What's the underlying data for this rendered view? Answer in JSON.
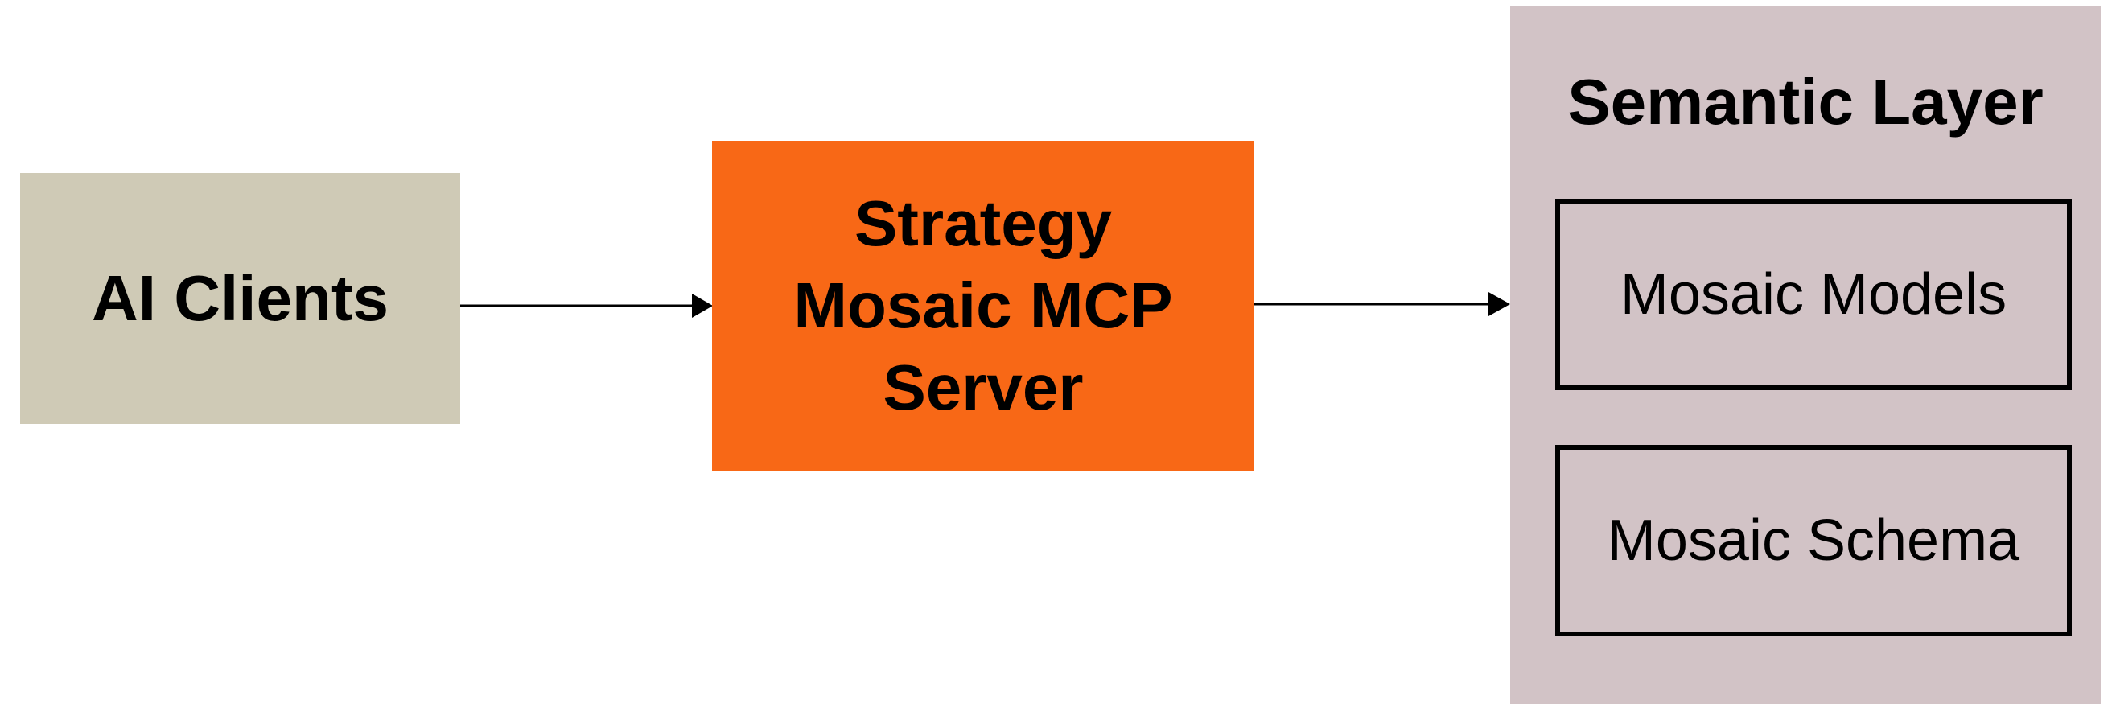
{
  "nodes": {
    "ai_clients": {
      "label": "AI Clients",
      "color": "#cfcab6"
    },
    "mcp_server": {
      "lines": [
        "Strategy",
        "Mosaic MCP",
        "Server"
      ],
      "color": "#f86816"
    },
    "semantic_layer": {
      "title": "Semantic Layer",
      "color": "#d2c3c6",
      "items": [
        "Mosaic Models",
        "Mosaic Schema"
      ]
    }
  },
  "edges": [
    {
      "from": "AI Clients",
      "to": "Strategy Mosaic MCP Server"
    },
    {
      "from": "Strategy Mosaic MCP Server",
      "to": "Semantic Layer"
    }
  ]
}
